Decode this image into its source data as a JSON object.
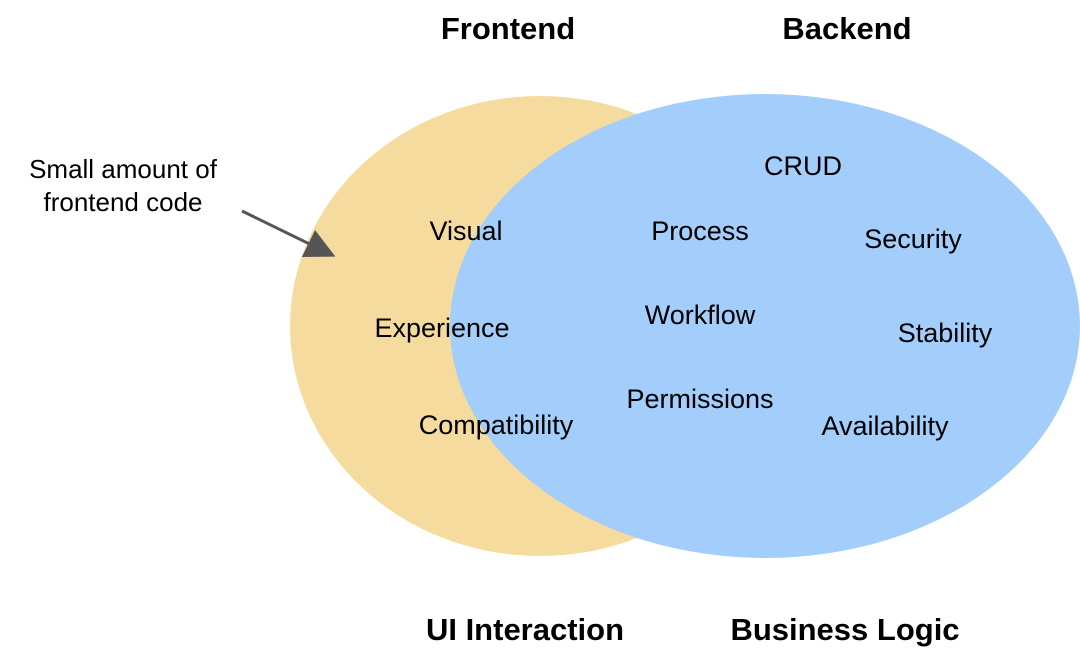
{
  "titles": {
    "frontend": "Frontend",
    "backend": "Backend",
    "ui_interaction": "UI Interaction",
    "business_logic": "Business Logic"
  },
  "annotation": {
    "line1": "Small amount of",
    "line2": "frontend code"
  },
  "frontend_items": {
    "visual": "Visual",
    "experience": "Experience",
    "compatibility": "Compatibility"
  },
  "backend_items": {
    "crud": "CRUD",
    "process": "Process",
    "security": "Security",
    "workflow": "Workflow",
    "stability": "Stability",
    "permissions": "Permissions",
    "availability": "Availability"
  },
  "colors": {
    "frontend_fill": "#F5DB9E",
    "backend_fill": "#A3CDFA",
    "arrow": "#555555"
  }
}
